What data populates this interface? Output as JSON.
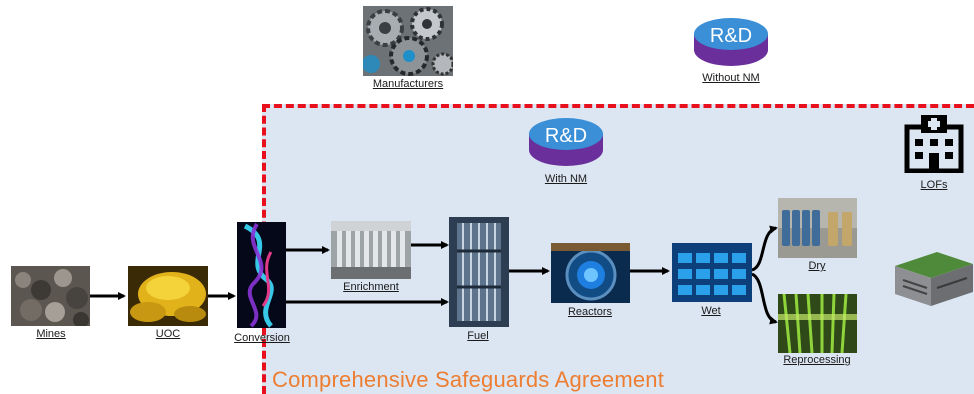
{
  "title": "Comprehensive Safeguards Agreement",
  "nodes": {
    "manufacturers": "Manufacturers",
    "rd_without_nm": "Without NM",
    "rd_with_nm": "With NM",
    "lofs": "LOFs",
    "mines": "Mines",
    "uoc": "UOC",
    "conversion": "Conversion",
    "enrichment": "Enrichment",
    "fuel": "Fuel",
    "reactors": "Reactors",
    "wet": "Wet",
    "dry": "Dry",
    "reprocessing": "Reprocessing"
  },
  "icons": {
    "rd_text": "R&D"
  },
  "colors": {
    "boundary": "#e8101c",
    "boundary_fill": "#dce6f2",
    "title": "#ed7d31",
    "rd_blue": "#3a8fd6",
    "rd_purple": "#7a3ca8"
  }
}
